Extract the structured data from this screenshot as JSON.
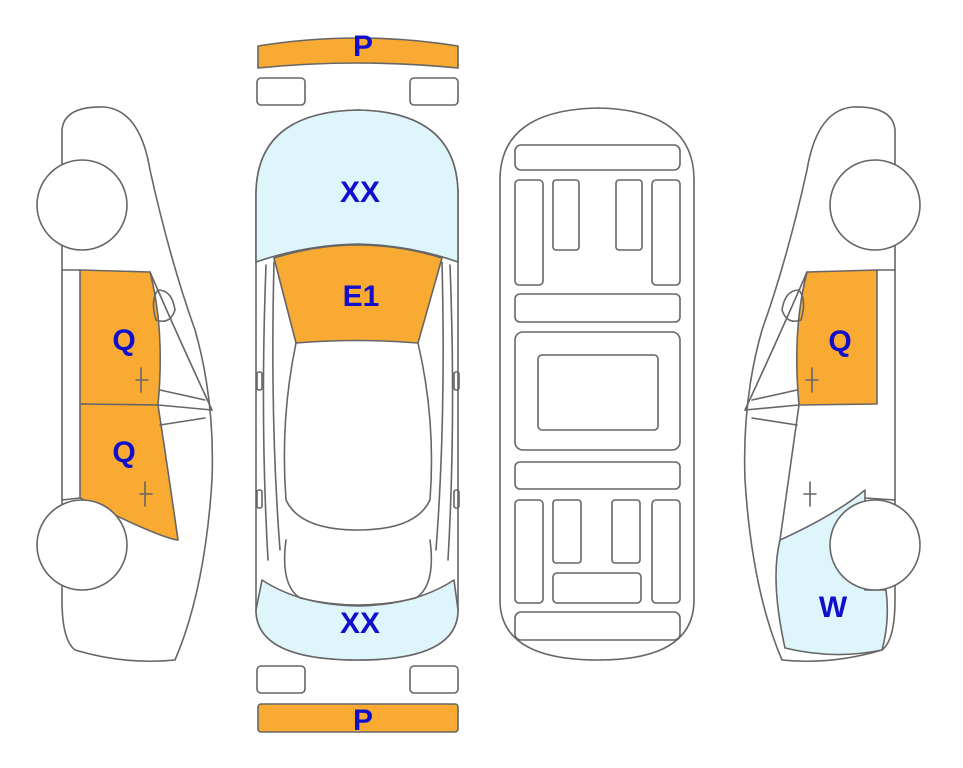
{
  "colors": {
    "orange": "#F9AA33",
    "light_blue": "#DFF5FC",
    "outline": "#666666",
    "label": "#1010CC"
  },
  "labels": {
    "front_bumper": "P",
    "rear_bumper": "P",
    "windshield": "XX",
    "roof": "E1",
    "rear_window": "XX",
    "left_front_door": "Q",
    "left_rear_door": "Q",
    "right_front_door": "Q",
    "right_rear_quarter": "W"
  }
}
